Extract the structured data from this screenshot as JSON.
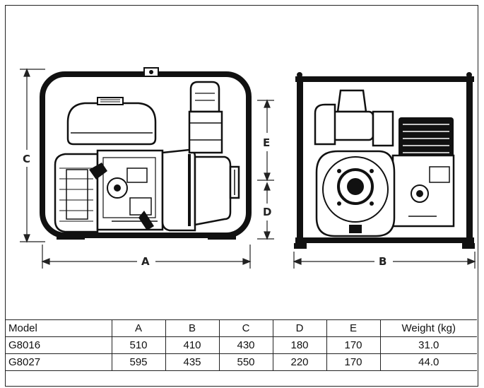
{
  "dimension_labels": {
    "a": "A",
    "b": "B",
    "c": "C",
    "d": "D",
    "e": "E"
  },
  "table": {
    "headers": [
      "Model",
      "A",
      "B",
      "C",
      "D",
      "E",
      "Weight (kg)"
    ],
    "rows": [
      [
        "G8016",
        "510",
        "410",
        "430",
        "180",
        "170",
        "31.0"
      ],
      [
        "G8027",
        "595",
        "435",
        "550",
        "220",
        "170",
        "44.0"
      ]
    ]
  }
}
